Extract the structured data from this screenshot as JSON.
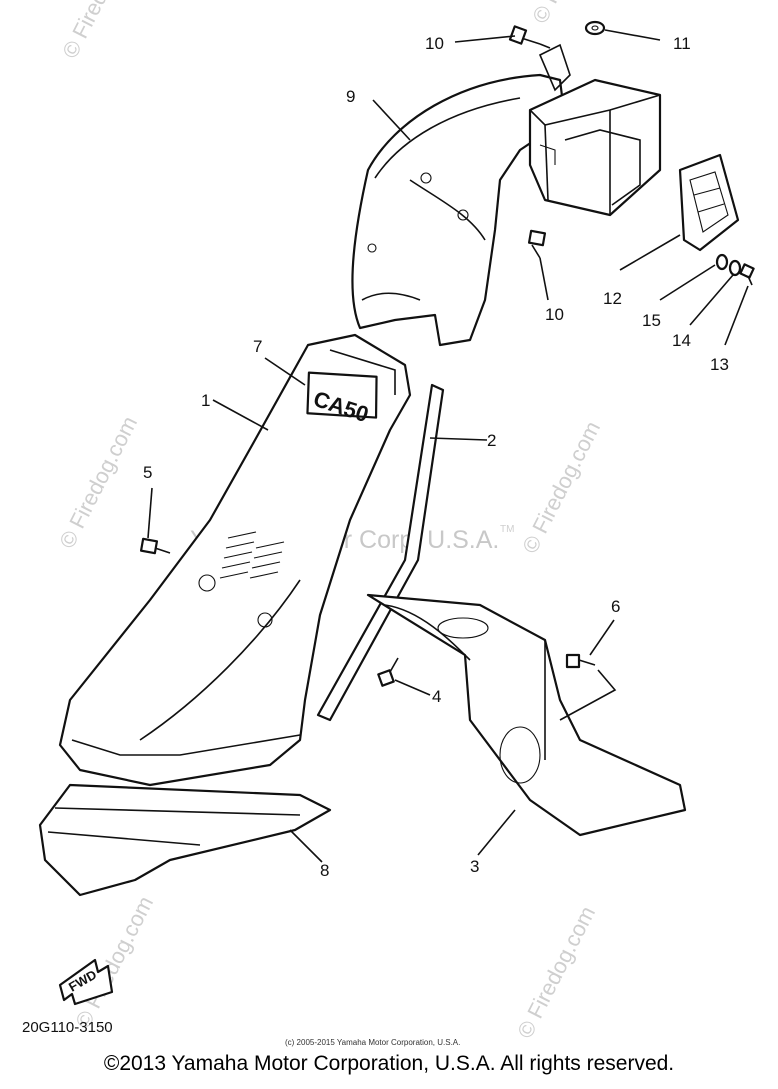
{
  "diagram": {
    "model_emblem": "CA50",
    "fwd_label": "FWD",
    "part_code": "20G110-3150",
    "callouts": [
      "1",
      "2",
      "3",
      "4",
      "5",
      "6",
      "7",
      "8",
      "9",
      "10",
      "10",
      "11",
      "12",
      "13",
      "14",
      "15"
    ],
    "watermarks": {
      "site": "© Firedog.com",
      "center": "Yamaha Motor Corp, U.S.A.",
      "tm": "TM"
    },
    "small_copyright": "(c) 2005-2015 Yamaha Motor Corporation, U.S.A.",
    "footer_copyright": "©2013 Yamaha Motor Corporation, U.S.A. All rights reserved."
  }
}
